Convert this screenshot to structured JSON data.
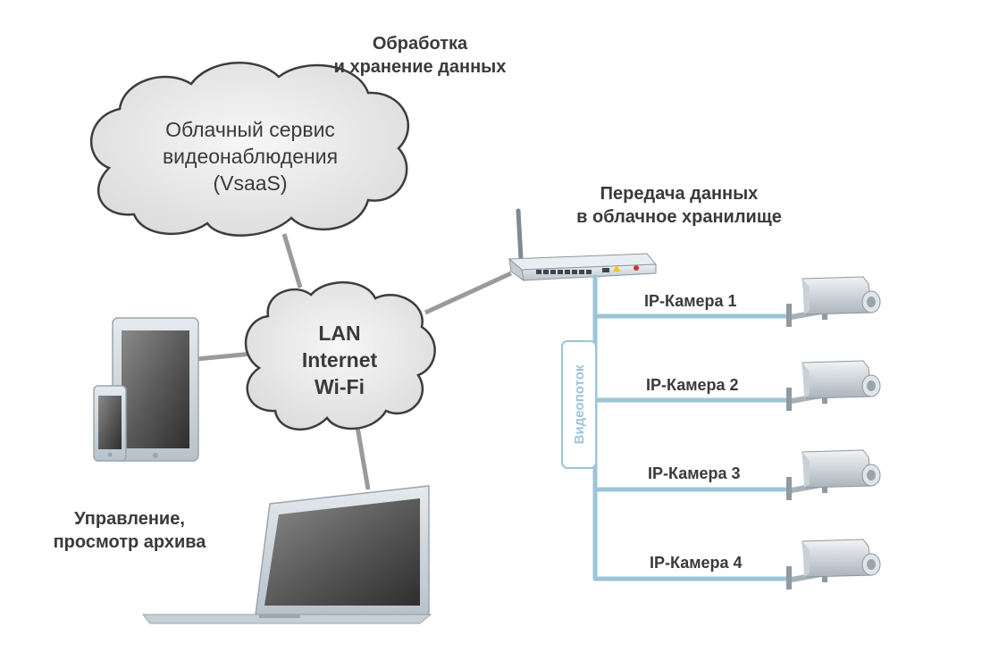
{
  "cloud_service": {
    "caption_line1": "Обработка",
    "caption_line2": "и хранение данных",
    "name_line1": "Облачный сервис",
    "name_line2": "видеонаблюдения",
    "name_line3": "(VsaaS)"
  },
  "network": {
    "line1": "LAN",
    "line2": "Internet",
    "line3": "Wi-Fi"
  },
  "router": {
    "caption_line1": "Передача данных",
    "caption_line2": "в облачное хранилище"
  },
  "video_stream_label": "Видеопоток",
  "cameras": [
    {
      "label": "IP-Камера 1"
    },
    {
      "label": "IP-Камера 2"
    },
    {
      "label": "IP-Камера 3"
    },
    {
      "label": "IP-Камера 4"
    }
  ],
  "clients": {
    "caption_line1": "Управление,",
    "caption_line2": "просмотр архива"
  },
  "colors": {
    "cloud_fill": "#ececec",
    "cloud_stroke": "#3d3d3d",
    "connector": "#9a9a9a",
    "bus": "#9cc4d8",
    "text": "#3a3a3a"
  }
}
